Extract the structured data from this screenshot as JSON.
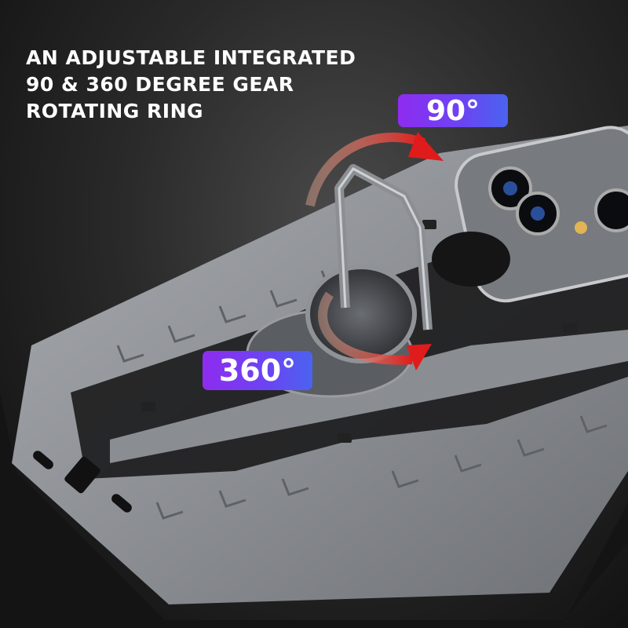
{
  "headline": {
    "lines": [
      "AN ADJUSTABLE INTEGRATED",
      "90 & 360 DEGREE GEAR",
      "ROTATING RING"
    ]
  },
  "badges": {
    "rotate_90": "90°",
    "rotate_360": "360°"
  },
  "colors": {
    "badge_gradient_start": "#8e2cf0",
    "badge_gradient_end": "#4a63f0",
    "arrow_red": "#e01b1b",
    "case_gray": "#8c8f94"
  }
}
